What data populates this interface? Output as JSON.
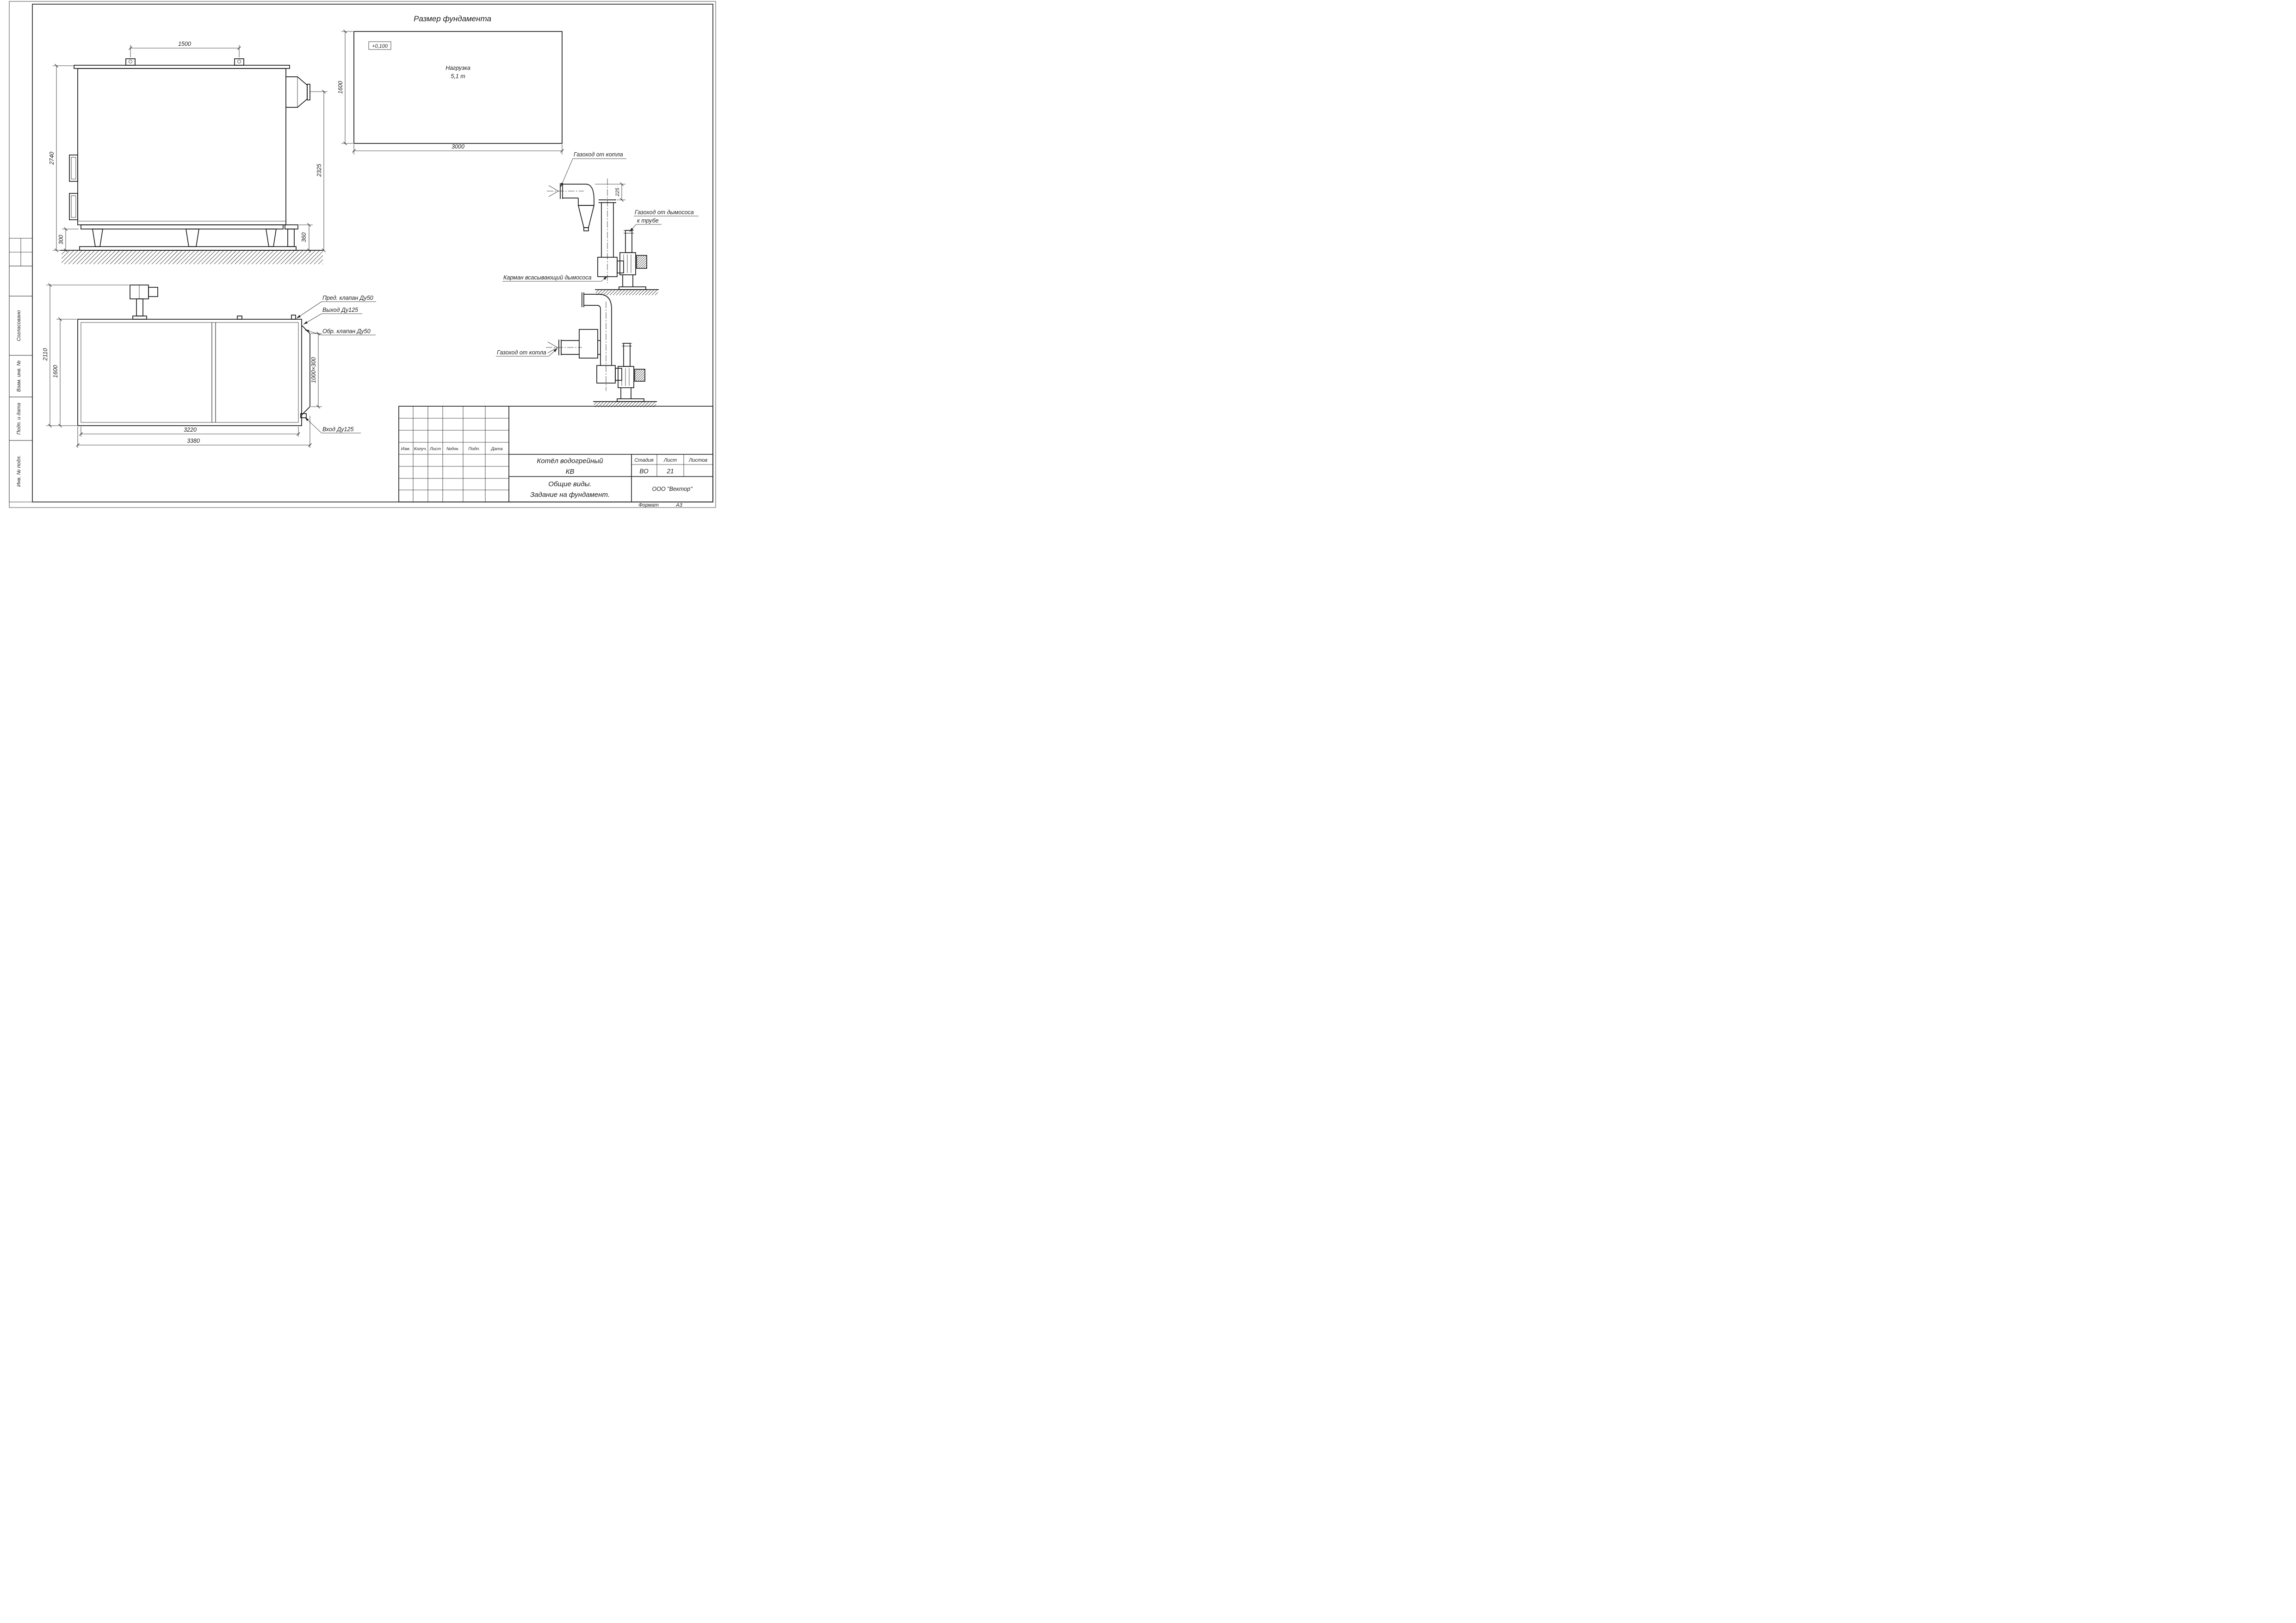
{
  "sheet": {
    "format_label": "Формат",
    "format_value": "А3"
  },
  "left_margin": {
    "agreed": "Согласовано",
    "replace_inv": "Взам. инв. №",
    "sign_date": "Подп. и дата",
    "inv_orig": "Инв. № подл."
  },
  "foundation_plan": {
    "title": "Размер фундамента",
    "elevation_mark": "+0,100",
    "load_line1": "Нагрузка",
    "load_line2": "5,1 т",
    "dim_height": "1600",
    "dim_width": "3000"
  },
  "boiler_side_view": {
    "dim_lugs": "1500",
    "dim_height_overall": "2740",
    "dim_flue_height": "2325",
    "dim_base_left": "300",
    "dim_base_right": "360"
  },
  "boiler_plan_view": {
    "dim_height_overall": "2110",
    "dim_width": "1600",
    "dim_length_inner": "3220",
    "dim_length_overall": "3380",
    "dim_opening": "1000×300",
    "label_safety_valve": "Пред. клапан Ду50",
    "label_outlet": "Выход Ду125",
    "label_check_valve": "Обр. клапан Ду50",
    "label_inlet": "Вход Ду125"
  },
  "flue_scheme_top": {
    "label_from_boiler": "Газоход от котла",
    "dim_offset": "225",
    "label_to_stack_1": "Газоход от дымососа",
    "label_to_stack_2": "к трубе",
    "label_pocket": "Карман всасывающий дымососа"
  },
  "flue_scheme_bottom": {
    "label_from_boiler": "Газоход от котла"
  },
  "title_block": {
    "rev_headers": [
      "Изм.",
      "Колуч.",
      "Лист",
      "№док.",
      "Подп.",
      "Дата"
    ],
    "doc_title_line1": "Котёл водогрейный",
    "doc_title_line2": "КВ",
    "stage_label": "Стадия",
    "sheet_label": "Лист",
    "sheets_label": "Листов",
    "stage_value": "ВО",
    "sheet_value": "21",
    "doc_subtitle_line1": "Общие виды.",
    "doc_subtitle_line2": "Задание на фундамент.",
    "company": "ООО \"Вектор\""
  }
}
